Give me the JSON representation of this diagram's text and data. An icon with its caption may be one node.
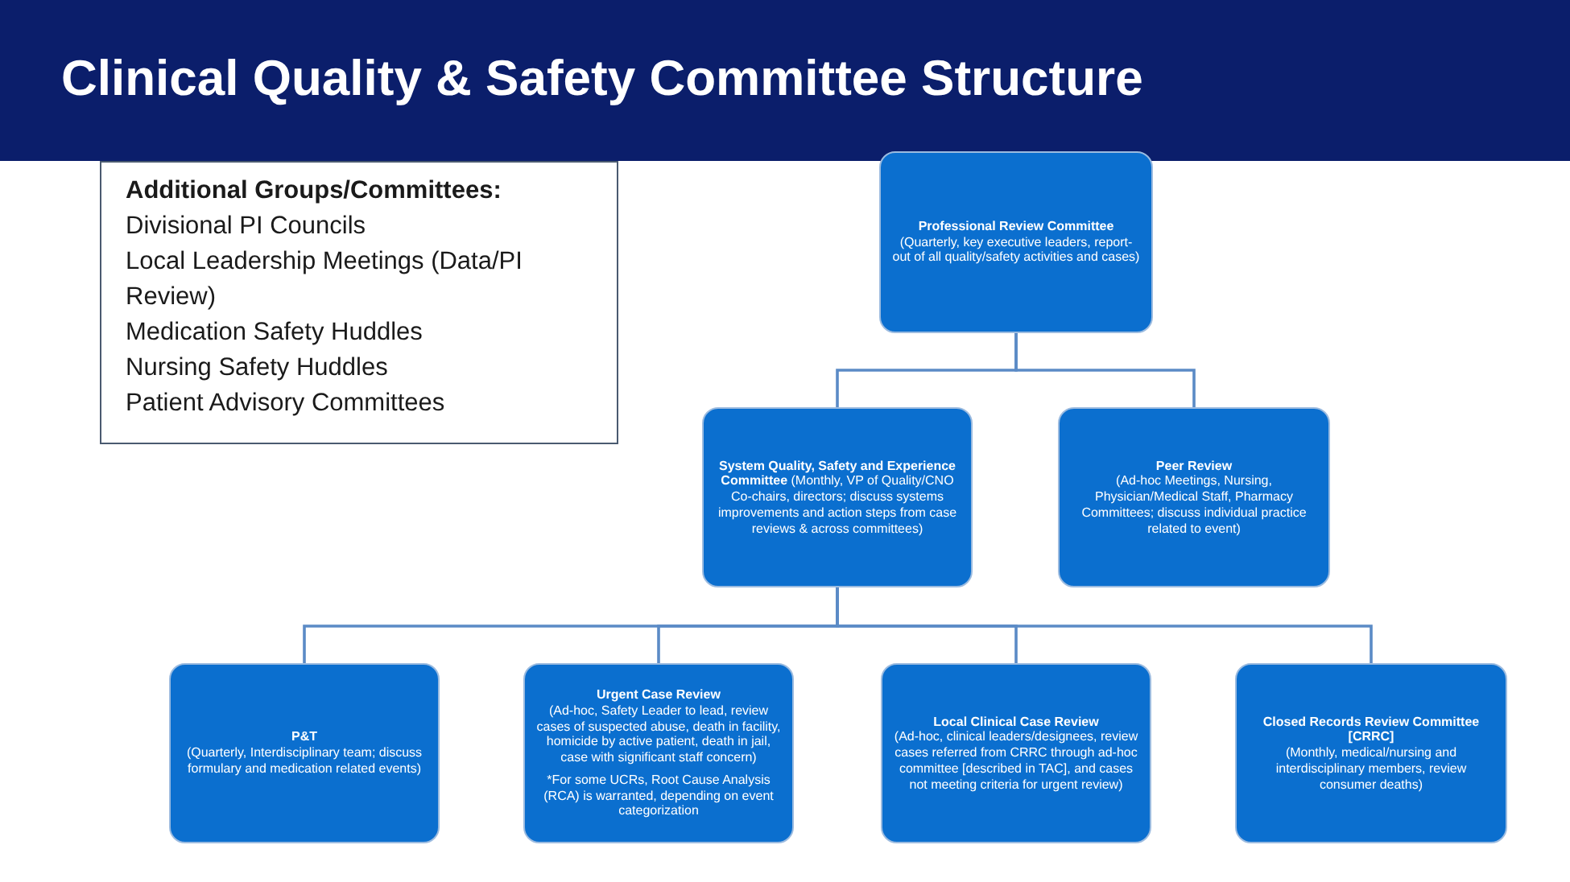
{
  "diagram": {
    "title": "Clinical Quality & Safety Committee Structure",
    "nodes": [
      {
        "text": [
          "Additional Groups/Committees:",
          "Divisional PI Councils",
          "Local Leadership Meetings (Data/PI Review)",
          "Medication Safety Huddles",
          "Nursing Safety Huddles",
          "Patient Advisory Committees"
        ]
      },
      {
        "text": [
          "Professional Review Committee",
          "(Quarterly, key executive leaders, report-out of all quality/safety activities and cases)"
        ]
      },
      {
        "text": [
          "**System Quality, Safety and Experience Committee** (Monthly, VP of Quality/CNO Co-chairs, directors; discuss systems improvements and action steps from case reviews & across committees)"
        ]
      },
      {
        "text": [
          "Peer Review",
          "(Ad-hoc Meetings, Nursing, Physician/Medical Staff, Pharmacy Committees; discuss individual practice related to event)"
        ]
      },
      {
        "text": [
          "P&T",
          "(Quarterly, Interdisciplinary team; discuss formulary and medication related events)"
        ]
      },
      {
        "text": [
          "Urgent Case Review",
          "(Ad-hoc, Safety Leader to lead, review cases of suspected abuse, death in facility, homicide by active patient, death in jail, case with significant staff concern)",
          "*For some UCRs, Root Cause Analysis (RCA) is warranted, depending on event categorization"
        ]
      },
      {
        "text": [
          "Local Clinical Case Review",
          "(Ad-hoc, clinical leaders/designees, review cases referred from CRRC through ad-hoc committee [described in TAC], and cases not meeting criteria for urgent review)"
        ]
      },
      {
        "text": [
          "Closed Records Review Committee [CRRC]",
          "(Monthly, medical/nursing and interdisciplinary members, review consumer deaths)"
        ]
      }
    ],
    "edges": [
      {
        "from": 1,
        "to": 2,
        "arrow": "none"
      },
      {
        "from": 1,
        "to": 3,
        "arrow": "none"
      },
      {
        "from": 2,
        "to": 4,
        "arrow": "none"
      },
      {
        "from": 2,
        "to": 5,
        "arrow": "none"
      },
      {
        "from": 2,
        "to": 6,
        "arrow": "none"
      },
      {
        "from": 2,
        "to": 7,
        "arrow": "none"
      }
    ]
  }
}
